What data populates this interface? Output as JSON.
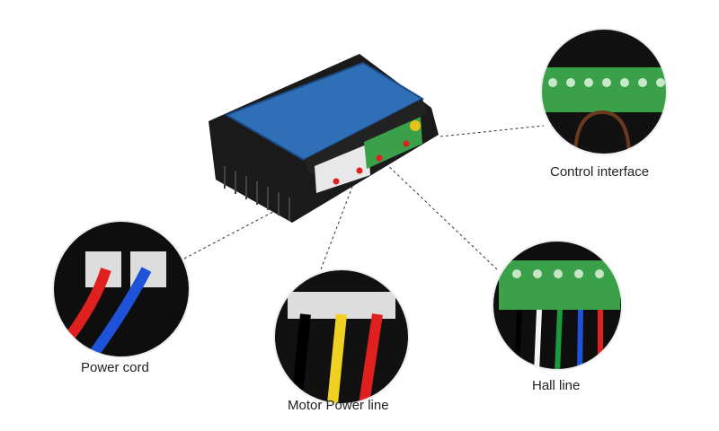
{
  "callouts": {
    "control_interface": "Control interface",
    "power_cord": "Power cord",
    "motor_power_line": "Motor Power line",
    "hall_line": "Hall line"
  },
  "colors": {
    "panel_blue": "#2f6fb8",
    "terminal_green": "#3aa04a",
    "heatsink": "#1a1a1a",
    "marker_red": "#e0201e"
  }
}
